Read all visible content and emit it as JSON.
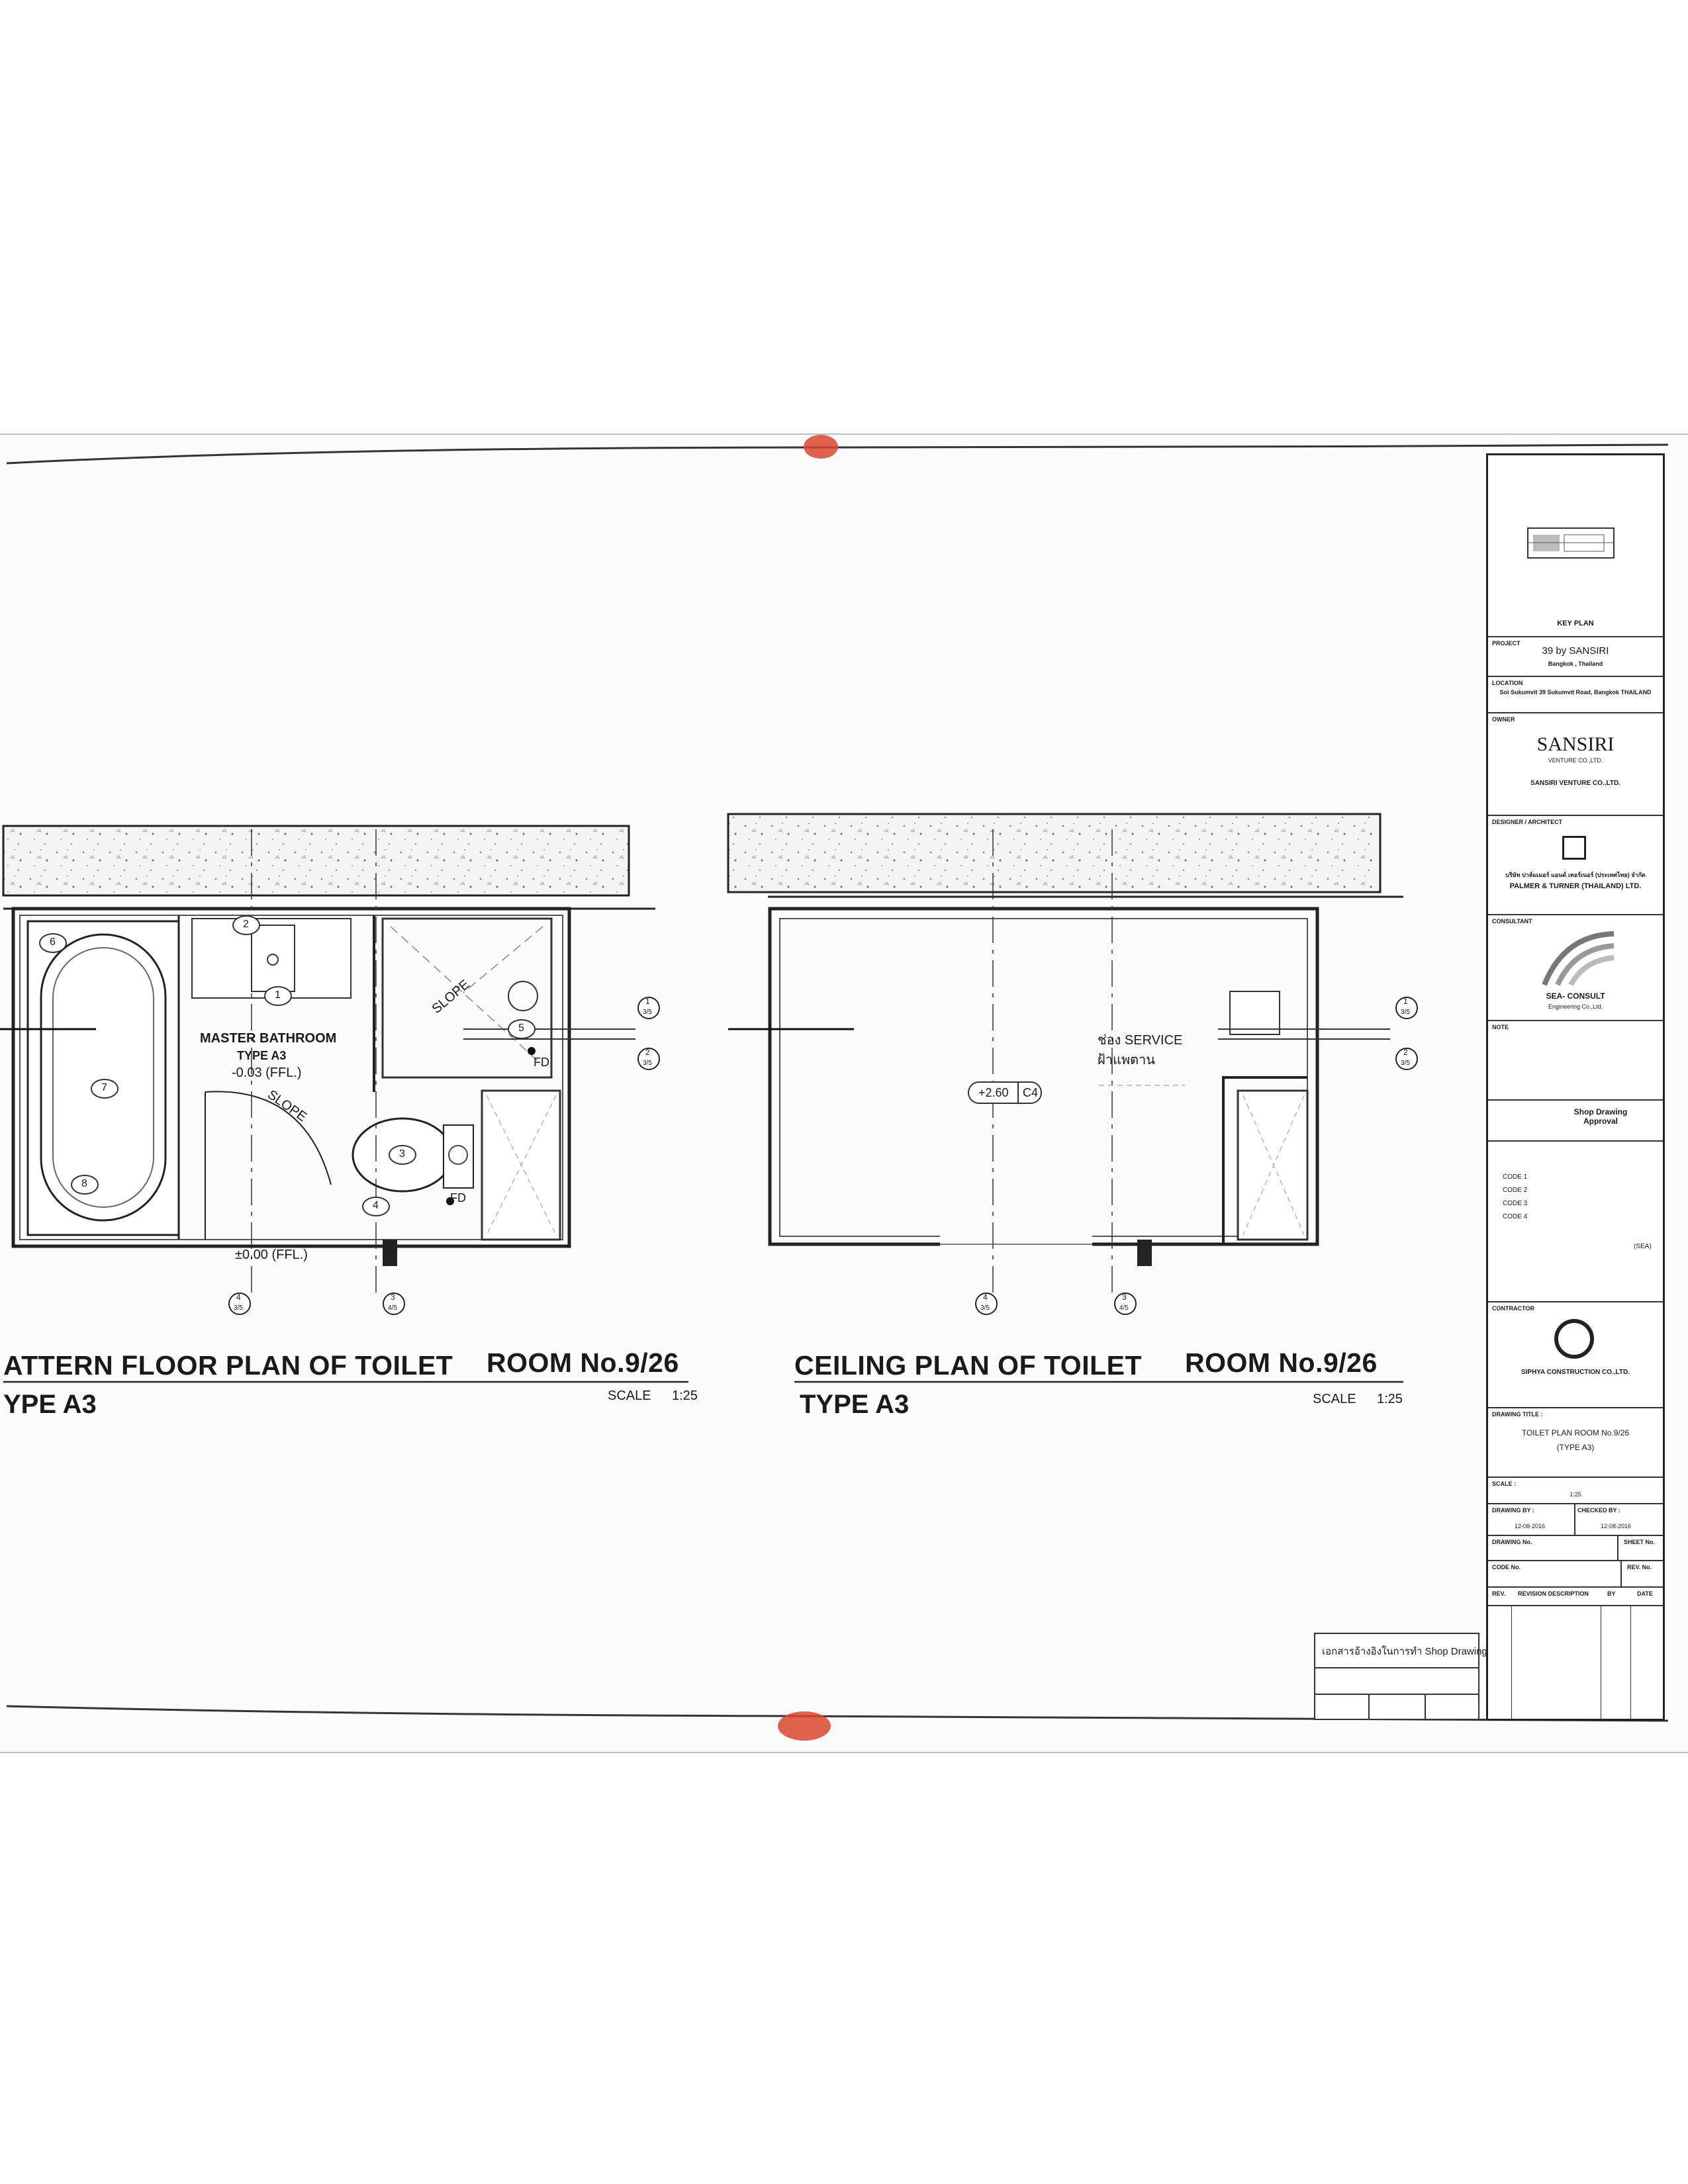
{
  "floor_plan": {
    "title": "ATTERN FLOOR PLAN OF TOILET",
    "room": "ROOM No.9/26",
    "type": "YPE A3",
    "scale_label": "SCALE",
    "scale_value": "1:25",
    "room_name": "MASTER BATHROOM",
    "room_type": "TYPE A3",
    "level": "-0.03 (FFL.)",
    "level_bottom": "±0.00 (FFL.)",
    "slope_1": "SLOPE",
    "slope_2": "SLOPE",
    "fd_1": "FD",
    "fd_2": "FD",
    "items": [
      "1",
      "2",
      "3",
      "4",
      "5",
      "6",
      "7",
      "8"
    ],
    "section_marks": [
      {
        "num": "1",
        "ref": "3/5"
      },
      {
        "num": "2",
        "ref": "3/5"
      },
      {
        "num": "4",
        "ref": "3/5"
      },
      {
        "num": "3",
        "ref": "4/5"
      }
    ]
  },
  "ceiling_plan": {
    "title": "CEILING PLAN OF TOILET",
    "room": "ROOM No.9/26",
    "type": "TYPE A3",
    "scale_label": "SCALE",
    "scale_value": "1:25",
    "service_line1": "ช่อง SERVICE",
    "service_line2": "ฝ้าแพตาน",
    "height_tag": "+2.60",
    "code_tag": "C4",
    "section_marks": [
      {
        "num": "1",
        "ref": "3/5"
      },
      {
        "num": "2",
        "ref": "3/5"
      },
      {
        "num": "4",
        "ref": "3/5"
      },
      {
        "num": "3",
        "ref": "4/5"
      }
    ]
  },
  "title_block": {
    "key_plan": "KEY PLAN",
    "project_head": "PROJECT",
    "project": "39 by SANSIRI",
    "project_sub": "Bangkok , Thailand",
    "location_head": "LOCATION",
    "location": "Soi Sukumvit 39 Sukumvit Road, Bangkok THAILAND",
    "owner_head": "OWNER",
    "owner_logo": "SANSIRI",
    "owner_logo_sub": "VENTURE CO.,LTD.",
    "owner_name": "SANSIRI VENTURE CO.,LTD.",
    "designer_head": "DESIGNER / ARCHITECT",
    "designer_thai": "บริษัท ปาล์มเมอร์ แอนด์ เทอร์เนอร์ (ประเทศไทย) จำกัด",
    "designer_name": "PALMER & TURNER (THAILAND) LTD.",
    "consultant_head": "CONSULTANT",
    "consultant": "SEA- CONSULT",
    "consultant_sub": "Engineering Co.,Ltd.",
    "note_head": "NOTE",
    "approval": "Shop Drawing Approval",
    "codes": [
      "CODE 1",
      "CODE 2",
      "CODE 3",
      "CODE 4"
    ],
    "sea": "(SEA)",
    "contractor_head": "CONTRACTOR",
    "contractor": "SIPHYA CONSTRUCTION CO.,LTD.",
    "drawing_title_head": "DRAWING TITLE :",
    "drawing_title_1": "TOILET PLAN  ROOM No.9/26",
    "drawing_title_2": "(TYPE A3)",
    "scale_head": "SCALE :",
    "scale": "1:25",
    "drawn_by": "DRAWING BY :",
    "checked_by": "CHECKED BY :",
    "date_1": "12-08-2016",
    "date_2": "12-08-2016",
    "drawing_no": "DRAWING No.",
    "sheet_no": "SHEET No.",
    "code_no": "CODE No.",
    "rev_no": "REV. No.",
    "rev": "REV.",
    "rev_desc": "REVISION DESCRIPTION",
    "by": "BY",
    "date": "DATE"
  },
  "stamp": {
    "text": "เอกสารอ้างอิงในการทำ Shop Drawing"
  }
}
